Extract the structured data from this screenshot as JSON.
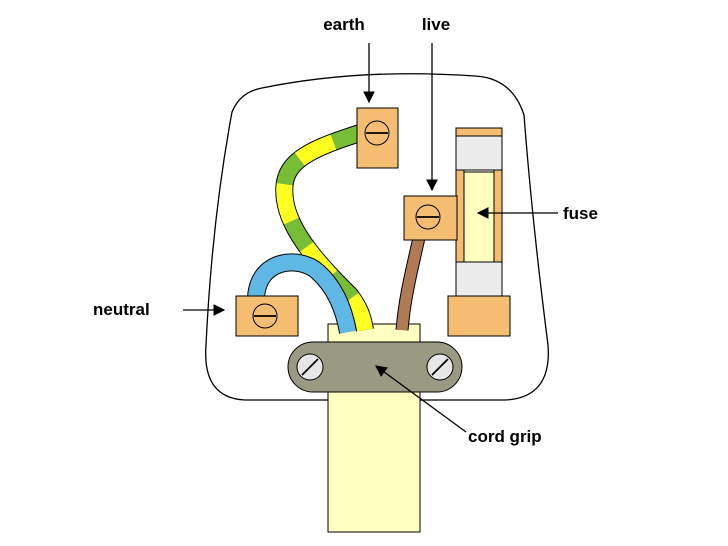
{
  "labels": {
    "earth": "earth",
    "live": "live",
    "fuse": "fuse",
    "neutral": "neutral",
    "cord_grip": "cord grip"
  },
  "colors": {
    "terminal": "#f5bd71",
    "cable": "#ffffc0",
    "earth_green": "#78bd36",
    "earth_yellow": "#ffff22",
    "neutral_blue": "#5fb7e6",
    "live_brown": "#b07a55",
    "fuse_cap": "#ececec",
    "cord_grip": "#9a9a82",
    "screw_head": "#e6e6e6"
  }
}
